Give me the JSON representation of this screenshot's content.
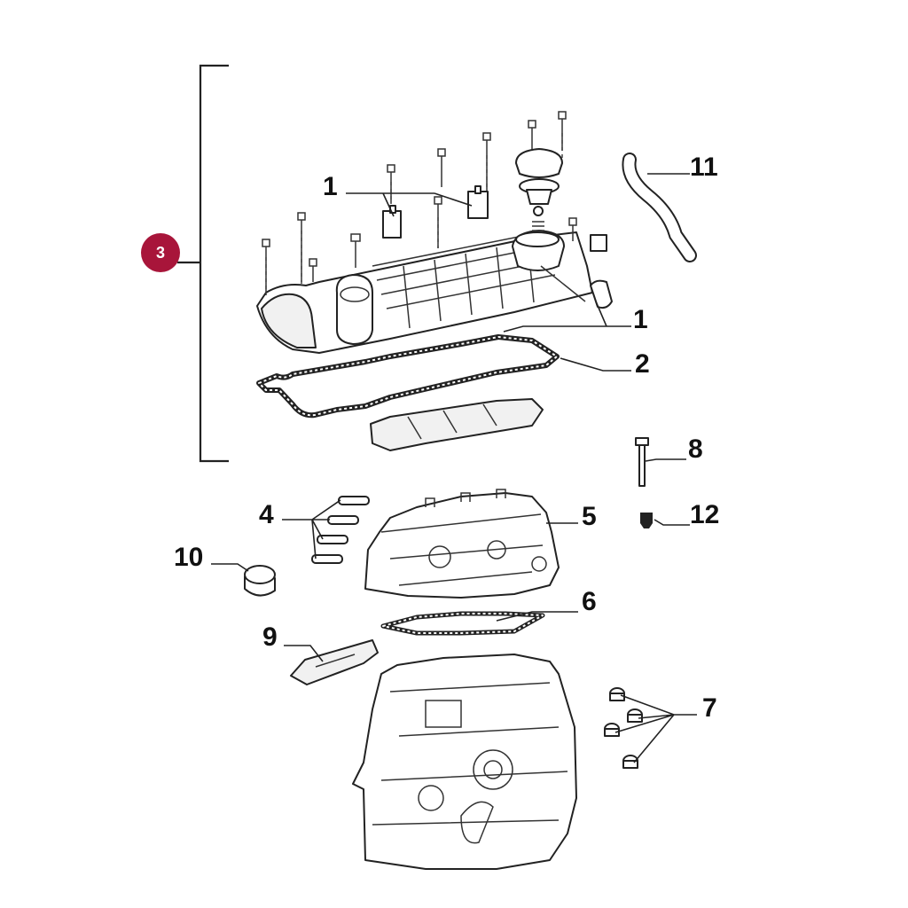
{
  "diagram": {
    "badge": {
      "label": "3",
      "color": "#a8153a"
    },
    "callouts": {
      "c1a": "1",
      "c1b": "1",
      "c2": "2",
      "c4": "4",
      "c5": "5",
      "c6": "6",
      "c7": "7",
      "c8": "8",
      "c9": "9",
      "c10": "10",
      "c11": "11",
      "c12": "12"
    }
  }
}
